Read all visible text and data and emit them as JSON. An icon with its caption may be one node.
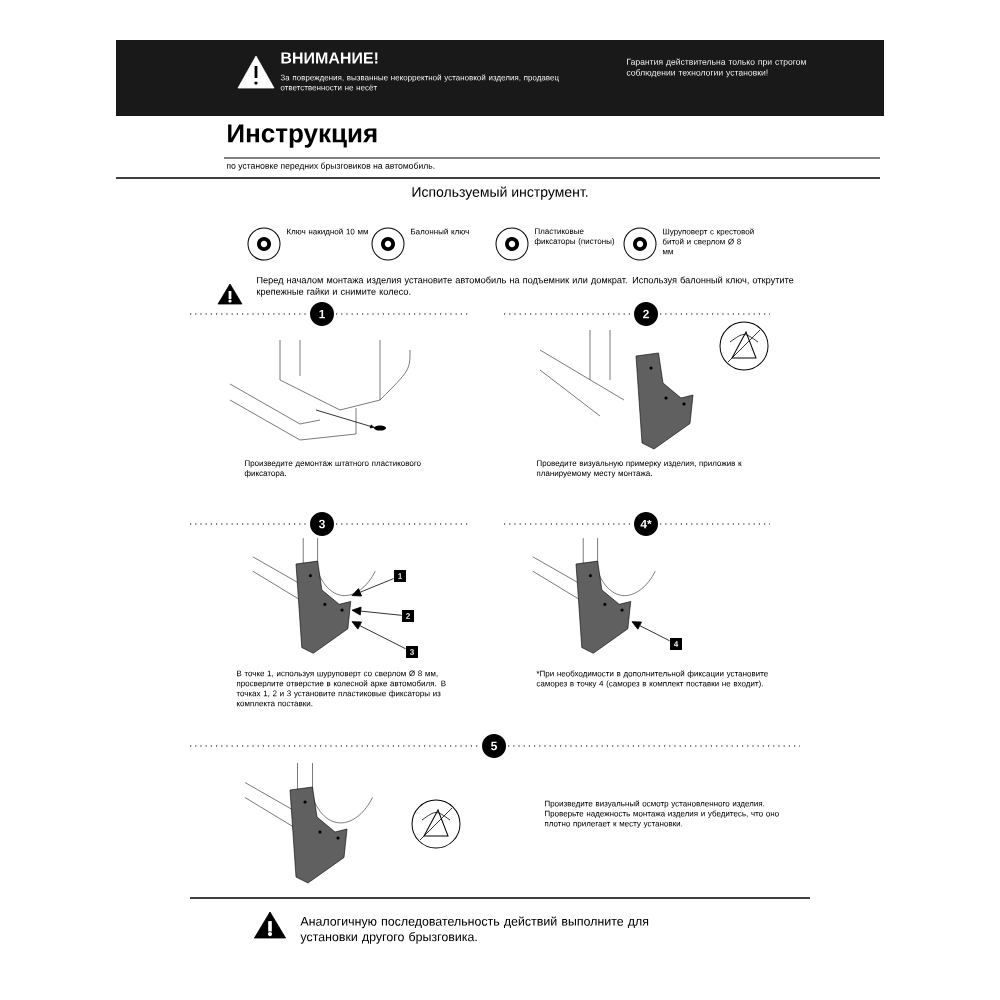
{
  "diagram": {
    "title": "Инструкция",
    "nodes": [
      {
        "text": [
          "1"
        ]
      },
      {
        "text": [
          "2"
        ]
      },
      {
        "text": [
          "3"
        ]
      },
      {
        "text": [
          "4"
        ]
      },
      {
        "text": [],
        "shape": "picture"
      },
      {
        "text": [],
        "shape": "picture"
      }
    ],
    "edges": [
      {
        "from": 0,
        "to": 4,
        "arrow": "to"
      },
      {
        "from": 1,
        "to": 4,
        "arrow": "to"
      },
      {
        "from": 2,
        "to": 4,
        "arrow": "to"
      },
      {
        "from": 3,
        "to": 5,
        "arrow": "to"
      }
    ],
    "labels": [
      "ВНИМАНИЕ!",
      "За повреждения, вызванные некорректной установкой изделия, продавец ответственности не несёт",
      "Гарантия действительна только при строгом соблюдении технологии установки!",
      "по установке передних брызговиков на автомобиль.",
      "Используемый инструмент.",
      "Ключ накидной 10 мм",
      "Балонный ключ",
      "Пластиковые фиксаторы (пистоны)",
      "Шуруповерт с крестовой битой и сверлом Ø 8 мм",
      "Перед началом монтажа изделия установите автомобиль на подъемник или домкрат. Используя балонный ключ, открутите крепежные гайки и снимите колесо.",
      "1",
      "Произведите демонтаж штатного пластикового фиксатора.",
      "2",
      "Проведите визуальную примерку изделия, приложив к планируемому месту монтажа.",
      "3",
      "В точке 1, используя шуруповерт со сверлом Ø 8 мм, просверлите отверстие в колесной арке автомобиля. В точках 1, 2 и 3 установите пластиковые фиксаторы из комплекта поставки.",
      "4*",
      "*При необходимости в дополнительной фиксации установите саморез в точку 4 (саморез в комплект поставки не входит).",
      "5",
      "Произведите визуальный осмотр установленного изделия. Проверьте надежность монтажа изделия и убедитесь, что оно плотно прилегает к месту установки.",
      "Аналогичную последовательность действий выполните для установки другого брызговика."
    ]
  }
}
